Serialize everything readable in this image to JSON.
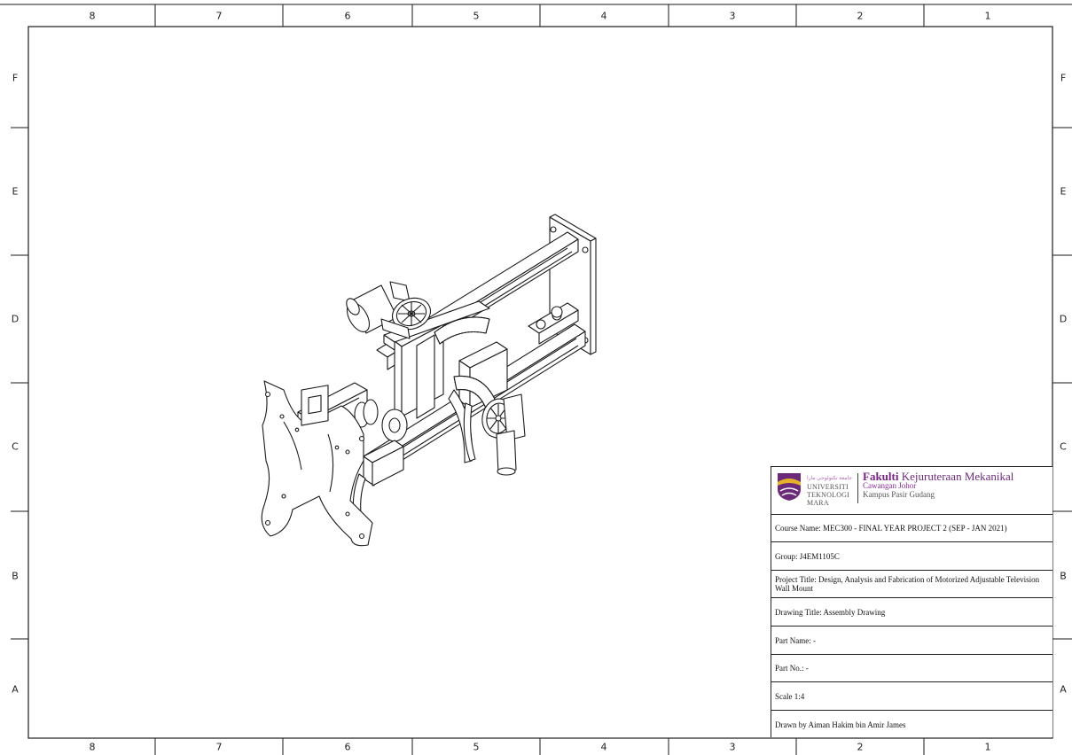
{
  "border": {
    "column_labels": [
      "8",
      "7",
      "6",
      "5",
      "4",
      "3",
      "2",
      "1"
    ],
    "row_labels": [
      "F",
      "E",
      "D",
      "C",
      "B",
      "A"
    ]
  },
  "title_block": {
    "university": {
      "line_small": "ﺟﺎﻣﻌﺔ ﺗﻜﻨﻮﻟﻮﺟﻲ ﻣﺎرا",
      "line1": "UNIVERSITI",
      "line2": "TEKNOLOGI",
      "line3": "MARA"
    },
    "faculty": {
      "name_bold": "Fakulti",
      "name_rest": " Kejuruteraan Mekanikal",
      "branch": "Cawangan Johor",
      "campus": "Kampus Pasir Gudang"
    },
    "course": "Course Name: MEC300 - FINAL YEAR PROJECT 2 (SEP - JAN 2021)",
    "group": "Group: J4EM1105C",
    "project_title": "Project Title: Design, Analysis and Fabrication of Motorized Adjustable Television Wall Mount",
    "drawing_title": "Drawing Title: Assembly Drawing",
    "part_name": "Part Name: -",
    "part_no": "Part No.: -",
    "scale": "Scale 1:4",
    "drawn_by": "Drawn by Aiman Hakim bin Amir James"
  },
  "colors": {
    "line": "#1a1a1a",
    "logo_purple": "#6c2a7a",
    "logo_gold": "#e6b22a"
  }
}
